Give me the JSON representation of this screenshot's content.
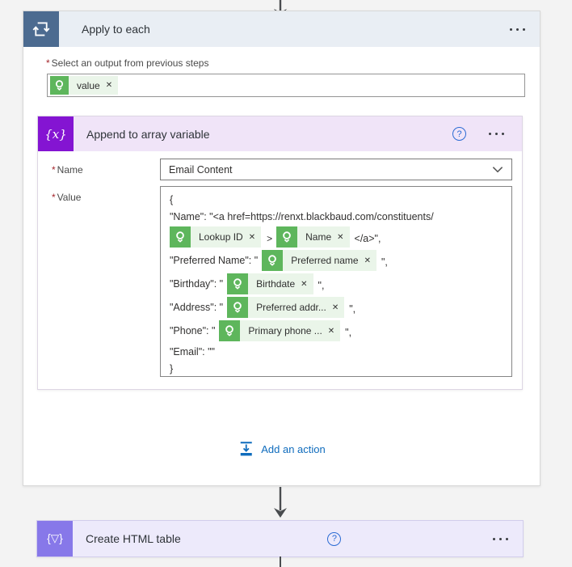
{
  "icons": {
    "required": "*",
    "help": "?",
    "close": "✕",
    "variable_glyph": "{x}",
    "dataop_glyph": "{▽}"
  },
  "colors": {
    "canvas_bg": "#f3f3f3",
    "scope_icon": "#4c6b90",
    "scope_header": "#e9eef4",
    "variable_icon": "#8414d2",
    "variable_header": "#f0e4f8",
    "dataop_icon": "#8778e9",
    "dataop_header": "#edeafb",
    "token_green": "#5eb65c",
    "token_chip_bg": "#eaf5e9",
    "link_blue": "#0f6cbd",
    "required_red": "#a4262c"
  },
  "apply_to_each": {
    "title": "Apply to each",
    "output_label": "Select an output from previous steps",
    "token_label": "value",
    "add_action_label": "Add an action"
  },
  "append_to_array": {
    "title": "Append to array variable",
    "name_label": "Name",
    "name_value": "Email Content",
    "value_label": "Value",
    "tokens": {
      "lookup_id": "Lookup ID",
      "name": "Name",
      "preferred_name": "Preferred name",
      "birthdate": "Birthdate",
      "preferred_address": "Preferred addr...",
      "primary_phone": "Primary phone ..."
    },
    "value_lines": {
      "open_brace": "{",
      "name_line": "\"Name\": \"<a href=https://renxt.blackbaud.com/constituents/",
      "gt": ">",
      "anchor_close": "</a>\",",
      "preferred_prefix": "\"Preferred Name\": \"",
      "birthday_prefix": "\"Birthday\": \"",
      "address_prefix": "\"Address\": \"",
      "phone_prefix": "\"Phone\": \"",
      "quote_comma": "\",",
      "email_line": "\"Email\": \"\"",
      "close_brace": "}"
    }
  },
  "create_html_table": {
    "title": "Create HTML table"
  }
}
